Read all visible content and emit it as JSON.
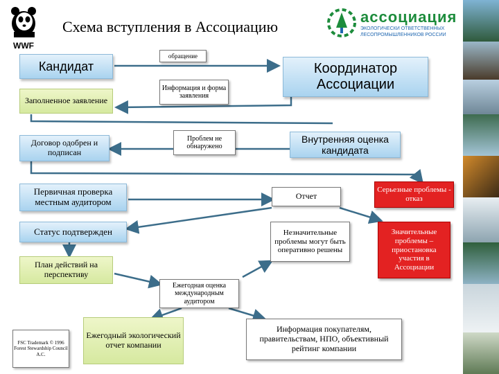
{
  "header": {
    "title": "Схема вступления в Ассоциацию",
    "wwf_logo_text": "WWF",
    "assoc_logo_name": "ассоциация",
    "assoc_logo_sub1": "ЭКОЛОГИЧЕСКИ ОТВЕТСТВЕННЫХ",
    "assoc_logo_sub2": "ЛЕСОПРОМЫШЛЕННИКОВ РОССИИ"
  },
  "nodes": {
    "candidate": "Кандидат",
    "coordinator": "Координатор Ассоциации",
    "filled_application": "Заполненное заявление",
    "contract_signed": "Договор одобрен и подписан",
    "internal_assessment": "Внутренняя оценка кандидата",
    "primary_check": "Первичная проверка местным аудитором",
    "report": "Отчет",
    "serious_refusal": "Серьезные проблемы - отказ",
    "status_confirmed": "Статус подтвержден",
    "minor_problems": "Незначительные проблемы могут быть оперативно решены",
    "significant_problems": "Значительные проблемы – приостановка участия в Ассоциации",
    "action_plan": "План действий на перспективу",
    "annual_international": "Ежегодная оценка международным аудитором",
    "annual_report": "Ежегодный экологический отчет компании",
    "information": "Информация покупателям, правительствам, НПО, объективный рейтинг компании"
  },
  "labels": {
    "appeal": "обращение",
    "info_form": "Информация и форма заявления",
    "no_problems": "Проблем не обнаружено"
  },
  "footer": {
    "fsc_note": "FSC Trademark © 1996 Forest Stewardship Council A.C."
  },
  "colors": {
    "blue_fill": "#a9d3ef",
    "green_fill": "#d6e9a0",
    "red_fill": "#e32222",
    "arrow": "#3c6d8a",
    "logo_green": "#1d8c3c",
    "logo_blue": "#1e66b0"
  }
}
